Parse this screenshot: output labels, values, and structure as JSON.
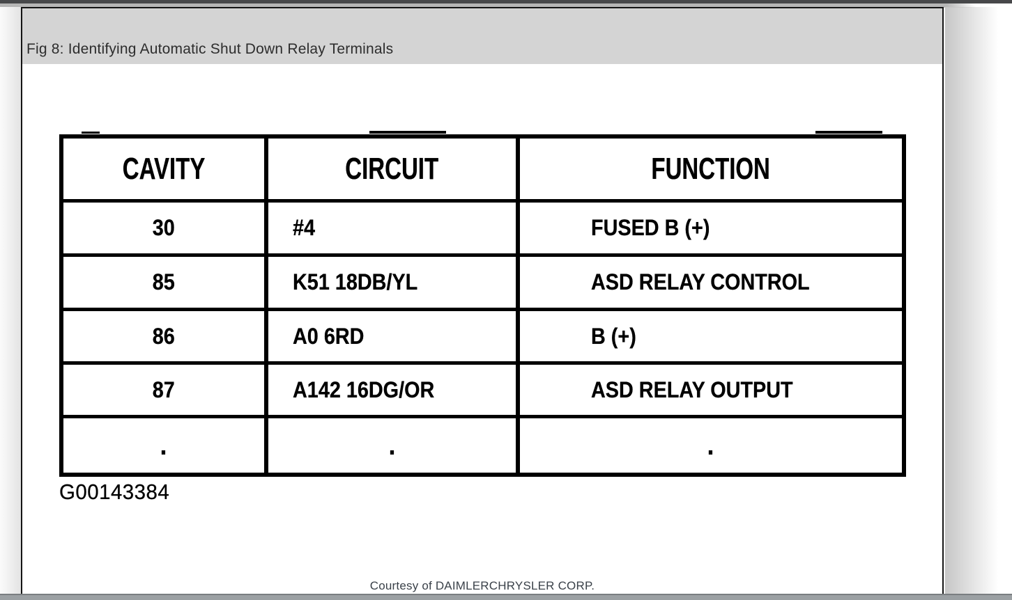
{
  "header": {
    "title": "Fig 8: Identifying Automatic Shut Down Relay Terminals"
  },
  "figure": {
    "table": {
      "headers": [
        "CAVITY",
        "CIRCUIT",
        "FUNCTION"
      ],
      "rows": [
        [
          "30",
          "#4",
          "FUSED B (+)"
        ],
        [
          "85",
          "K51 18DB/YL",
          "ASD RELAY CONTROL"
        ],
        [
          "86",
          "A0 6RD",
          "B (+)"
        ],
        [
          "87",
          "A142 16DG/OR",
          "ASD RELAY OUTPUT"
        ],
        [
          ".",
          ".",
          "."
        ]
      ]
    },
    "figure_id": "G00143384"
  },
  "footer": {
    "courtesy": "Courtesy of DAIMLERCHRYSLER CORP."
  },
  "colors": {
    "title_band_bg": "#d4d4d4",
    "title_text": "#2d2d2d",
    "top_bar": "#47484a",
    "bottom_bar": "#9ba0a3",
    "table_ink": "#000000",
    "courtesy_text": "#3a4149",
    "page_bg": "#ffffff"
  }
}
